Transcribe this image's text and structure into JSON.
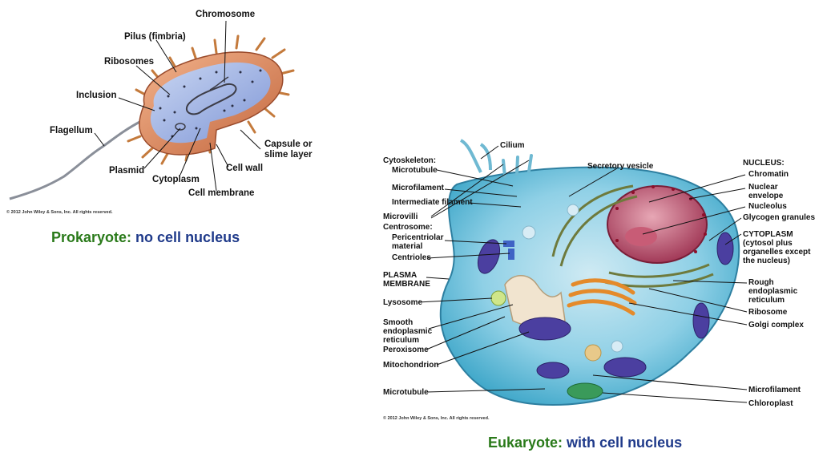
{
  "prokaryote": {
    "labels": {
      "chromosome": "Chromosome",
      "pilus": "Pilus (fimbria)",
      "ribosomes": "Ribosomes",
      "inclusion": "Inclusion",
      "flagellum": "Flagellum",
      "plasmid": "Plasmid",
      "cytoplasm": "Cytoplasm",
      "capsule": "Capsule or\nslime layer",
      "cell_wall": "Cell wall",
      "cell_membrane": "Cell membrane"
    },
    "copyright": "© 2012 John Wiley & Sons, Inc. All rights reserved.",
    "caption_colored": "Prokaryote:",
    "caption_rest": " no cell nucleus"
  },
  "eukaryote": {
    "labels": {
      "cilium": "Cilium",
      "cytoskeleton": "Cytoskeleton:",
      "microtubule_top": "Microtubule",
      "microfilament_top": "Microfilament",
      "intermediate_filament": "Intermediate filament",
      "microvilli": "Microvilli",
      "centrosome": "Centrosome:",
      "pericentriolar": "Pericentriolar\nmaterial",
      "centrioles": "Centrioles",
      "plasma_membrane": "PLASMA\nMEMBRANE",
      "lysosome": "Lysosome",
      "smooth_er": "Smooth\nendoplasmic\nreticulum",
      "peroxisome": "Peroxisome",
      "mitochondrion": "Mitochondrion",
      "microtubule_bottom": "Microtubule",
      "secretory_vesicle": "Secretory vesicle",
      "nucleus": "NUCLEUS:",
      "chromatin": "Chromatin",
      "nuclear_envelope": "Nuclear\nenvelope",
      "nucleolus": "Nucleolus",
      "glycogen": "Glycogen granules",
      "cytoplasm": "CYTOPLASM\n(cytosol plus\norganelles except\nthe nucleus)",
      "rough_er": "Rough\nendoplasmic\nreticulum",
      "ribosome": "Ribosome",
      "golgi": "Golgi complex",
      "microfilament_bottom": "Microfilament",
      "chloroplast": "Chloroplast"
    },
    "copyright": "© 2012 John Wiley & Sons, Inc. All rights reserved.",
    "caption_colored": "Eukaryote:",
    "caption_rest": " with cell nucleus"
  },
  "colors": {
    "caption_green": "#2a7a1a",
    "caption_blue": "#1f3a8a"
  }
}
